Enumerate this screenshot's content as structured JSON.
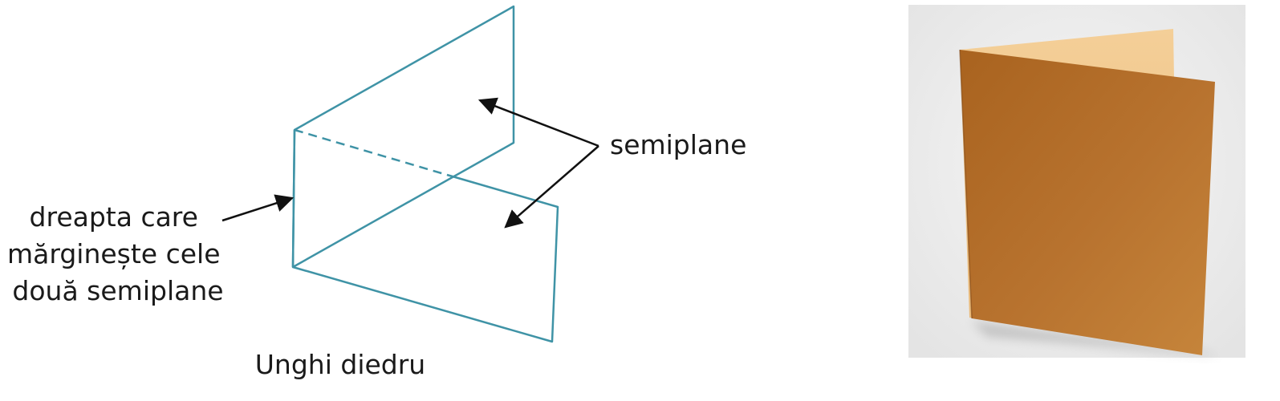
{
  "diagram": {
    "edge_label_lines": [
      "dreapta care",
      "mărginește cele",
      "două semiplane"
    ],
    "halfplanes_label": "semiplane",
    "caption": "Unghi diedru"
  },
  "colors": {
    "plane_stroke": "#3f93a6",
    "arrow": "#111111",
    "text": "#1a1a1a",
    "card_front": "#b8732f",
    "card_back": "#f0c68a",
    "photo_background": "#eeeeee"
  },
  "icons": {
    "arrowhead": "arrowhead-icon"
  }
}
